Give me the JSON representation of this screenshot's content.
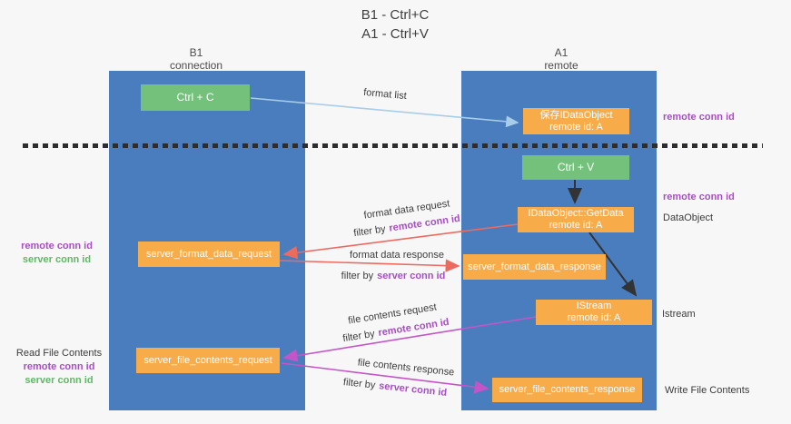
{
  "title": {
    "line1": "B1 - Ctrl+C",
    "line2": "A1 - Ctrl+V"
  },
  "columns": {
    "left": {
      "name": "B1",
      "role": "connection"
    },
    "right": {
      "name": "A1",
      "role": "remote"
    }
  },
  "boxes": {
    "ctrl_c": {
      "label": "Ctrl + C"
    },
    "save_object": {
      "line1": "保存IDataObject",
      "line2": "remote id: A"
    },
    "ctrl_v": {
      "label": "Ctrl + V"
    },
    "getdata": {
      "line1": "IDataObject::GetData",
      "line2": "remote id: A"
    },
    "format_request": {
      "label": "server_format_data_request"
    },
    "format_response": {
      "label": "server_format_data_response"
    },
    "istream": {
      "line1": "IStream",
      "line2": "remote id: A"
    },
    "file_request": {
      "label": "server_file_contents_request"
    },
    "file_response": {
      "label": "server_file_contents_response"
    }
  },
  "labels": {
    "format_list": "format list",
    "format_data_request": "format data request",
    "format_data_response": "format data response",
    "file_contents_request": "file contents request",
    "file_contents_response": "file contents response",
    "filter_by": "filter by",
    "remote_conn_id": "remote conn id",
    "server_conn_id": "server conn id",
    "read_file_contents": "Read File Contents",
    "write_file_contents": "Write File Contents",
    "dataobject": "DataObject",
    "istream_side": "Istream"
  },
  "colors": {
    "column_blue": "#4a7dbe",
    "box_green": "#74c17b",
    "box_orange": "#f7ab49",
    "arrow_lightblue": "#a7cde8",
    "arrow_salmon": "#ec6a60",
    "arrow_magenta": "#c554c8",
    "arrow_black": "#333333",
    "text_purple": "#a74ec3",
    "text_green": "#5fb767",
    "background": "#f7f7f8"
  }
}
